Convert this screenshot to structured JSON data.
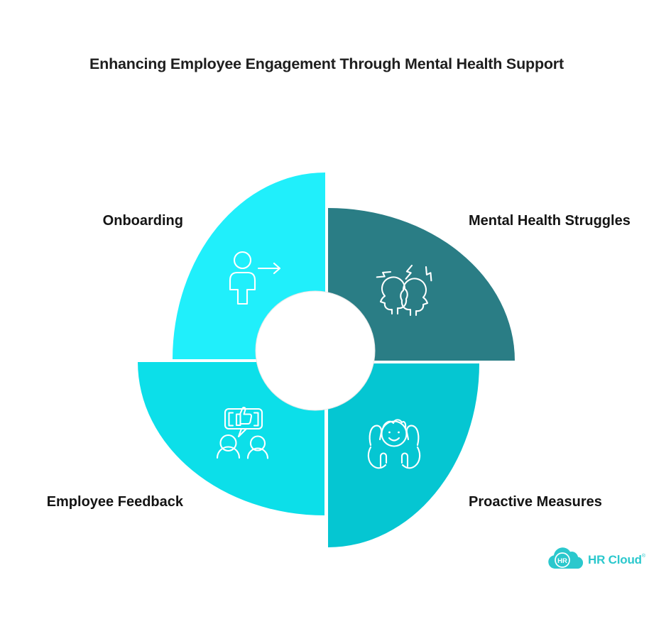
{
  "title": "Enhancing Employee Engagement Through Mental Health Support",
  "quadrants": {
    "onboarding": {
      "label": "Onboarding",
      "color": "#20EFFB"
    },
    "mental_health": {
      "label": "Mental Health Struggles",
      "color": "#2A7D85"
    },
    "employee_feedback": {
      "label": "Employee Feedback",
      "color": "#0CDFE9"
    },
    "proactive_measures": {
      "label": "Proactive Measures",
      "color": "#05C6D2"
    }
  },
  "colors": {
    "background": "#FFFFFF",
    "title_text": "#1E1E1E",
    "label_text": "#141414",
    "icon_stroke": "#FFFFFF",
    "inner_circle_fill": "#FFFFFF",
    "inner_circle_edge": "#E8E8E8",
    "logo_teal": "#2BC8CD"
  },
  "logo": {
    "badge": "HR",
    "name": "HR Cloud",
    "registered_mark": "®"
  }
}
